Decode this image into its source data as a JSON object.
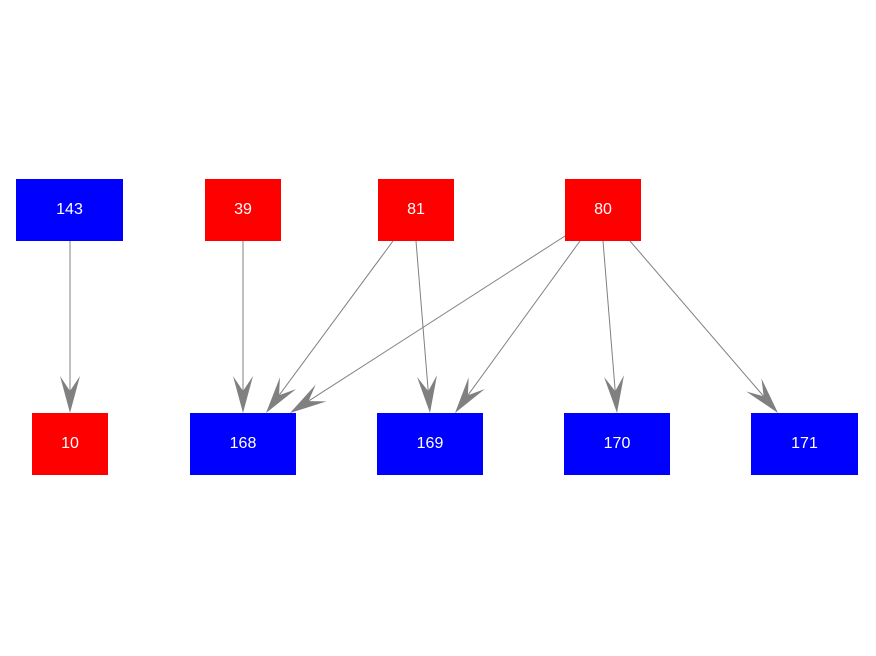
{
  "colors": {
    "blue": "#0000ff",
    "red": "#ff0000",
    "edge": "#808080"
  },
  "nodes": {
    "n143": {
      "label": "143",
      "color": "blue"
    },
    "n39": {
      "label": "39",
      "color": "red"
    },
    "n81": {
      "label": "81",
      "color": "red"
    },
    "n80": {
      "label": "80",
      "color": "red"
    },
    "n10": {
      "label": "10",
      "color": "red"
    },
    "n168": {
      "label": "168",
      "color": "blue"
    },
    "n169": {
      "label": "169",
      "color": "blue"
    },
    "n170": {
      "label": "170",
      "color": "blue"
    },
    "n171": {
      "label": "171",
      "color": "blue"
    }
  },
  "edges": [
    {
      "from": "143",
      "to": "10"
    },
    {
      "from": "39",
      "to": "168"
    },
    {
      "from": "81",
      "to": "168"
    },
    {
      "from": "81",
      "to": "169"
    },
    {
      "from": "80",
      "to": "168"
    },
    {
      "from": "80",
      "to": "169"
    },
    {
      "from": "80",
      "to": "170"
    },
    {
      "from": "80",
      "to": "171"
    }
  ]
}
